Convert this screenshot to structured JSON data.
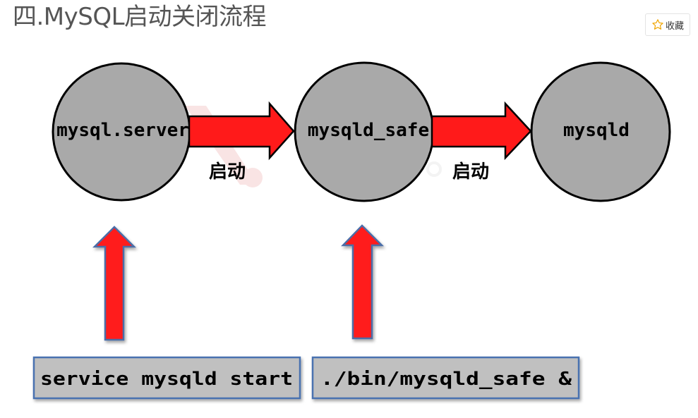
{
  "page": {
    "title": "四.MySQL启动关闭流程"
  },
  "favorite_button": {
    "label": "收藏",
    "icon": "star-outline-icon"
  },
  "diagram": {
    "nodes": [
      {
        "id": "mysql-server",
        "label": "mysql.server"
      },
      {
        "id": "mysqld-safe",
        "label": "mysqld_safe"
      },
      {
        "id": "mysqld",
        "label": "mysqld"
      }
    ],
    "edges": [
      {
        "from": "mysql-server",
        "to": "mysqld-safe",
        "label": "启动"
      },
      {
        "from": "mysqld-safe",
        "to": "mysqld",
        "label": "启动"
      }
    ],
    "commands": [
      {
        "target": "mysql-server",
        "label": "service mysqld start"
      },
      {
        "target": "mysqld-safe",
        "label": "./bin/mysqld_safe &"
      }
    ]
  },
  "colors": {
    "title_text": "#555555",
    "node_fill": "#a9a9a9",
    "node_stroke": "#000000",
    "arrow_fill": "#ff1a1a",
    "arrow_stroke": "#000000",
    "up_arrow_stroke": "#4b6ea8",
    "command_box_fill": "#c0c0c0",
    "command_box_stroke": "#4a72b0"
  }
}
